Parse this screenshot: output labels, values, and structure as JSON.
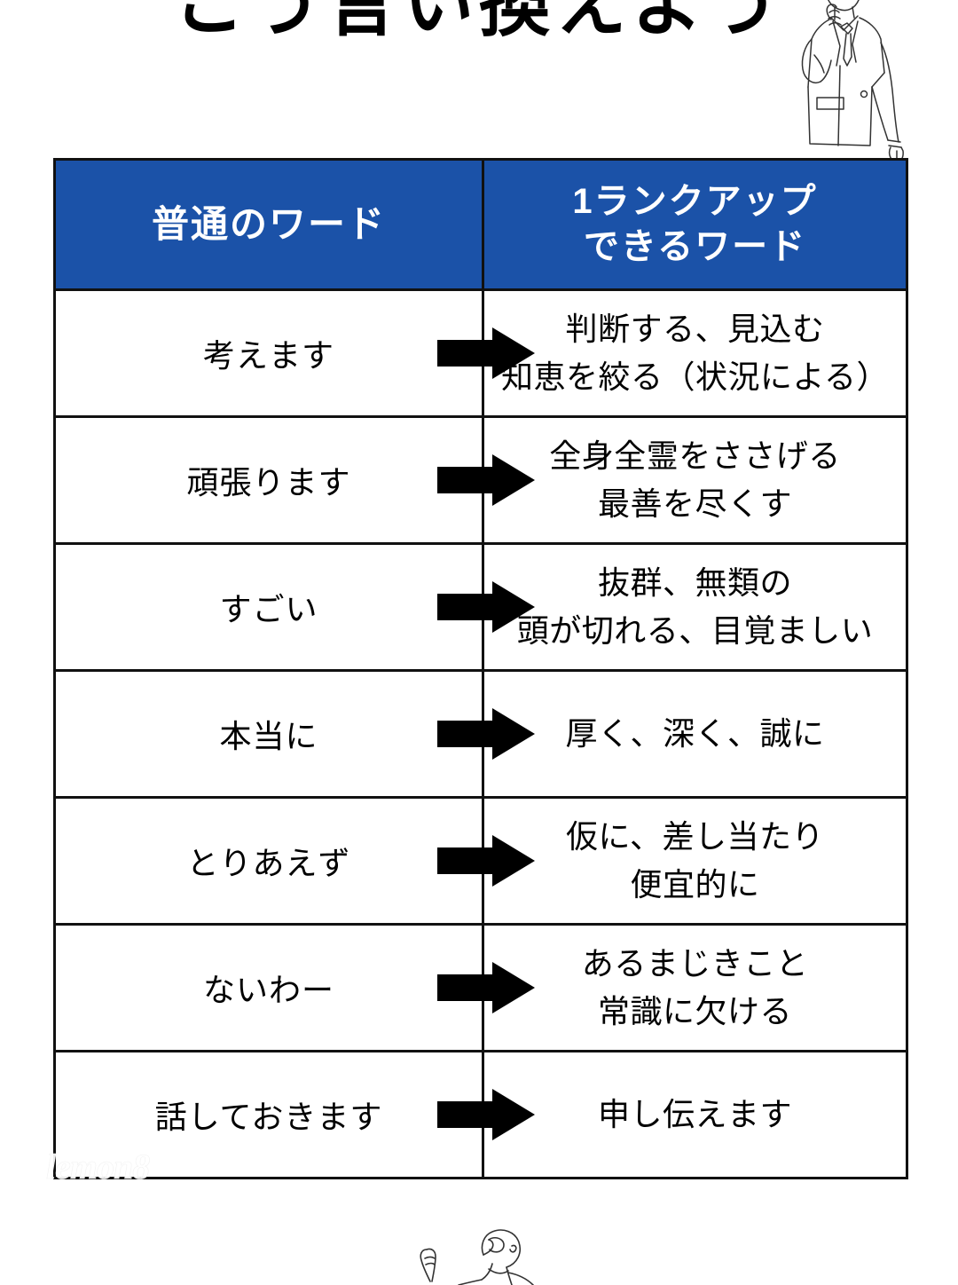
{
  "page": {
    "title": "こう言い換えよう",
    "background_color": "#ffffff",
    "header_color": "#1B52A8",
    "header_text_color": "#ffffff",
    "border_color": "#111111",
    "arrow_color": "#000000"
  },
  "table": {
    "headers": {
      "plain": "普通のワード",
      "upgrade_line1": "1ランクアップ",
      "upgrade_line2": "できるワード"
    },
    "rows": [
      {
        "plain": "考えます",
        "arrow": "right-arrow-icon",
        "upgrade_line1": "判断する、見込む",
        "upgrade_line2": "知恵を絞る（状況による）"
      },
      {
        "plain": "頑張ります",
        "arrow": "right-arrow-icon",
        "upgrade_line1": "全身全霊をささげる",
        "upgrade_line2": "最善を尽くす"
      },
      {
        "plain": "すごい",
        "arrow": "right-arrow-icon",
        "upgrade_line1": "抜群、無類の",
        "upgrade_line2": "頭が切れる、目覚ましい"
      },
      {
        "plain": "本当に",
        "arrow": "right-arrow-icon",
        "upgrade_line1": "厚く、深く、誠に",
        "upgrade_line2": ""
      },
      {
        "plain": "とりあえず",
        "arrow": "right-arrow-icon",
        "upgrade_line1": "仮に、差し当たり",
        "upgrade_line2": "便宜的に"
      },
      {
        "plain": "ないわー",
        "arrow": "right-arrow-icon",
        "upgrade_line1": "あるまじきこと",
        "upgrade_line2": "常識に欠ける"
      },
      {
        "plain": "話しておきます",
        "arrow": "right-arrow-icon",
        "upgrade_line1": "申し伝えます",
        "upgrade_line2": ""
      }
    ]
  },
  "decorations": {
    "top_illustration": "businessman-adjusting-tie-illustration",
    "bottom_illustration": "person-line-art-illustration",
    "watermark_text": "lemon8"
  }
}
